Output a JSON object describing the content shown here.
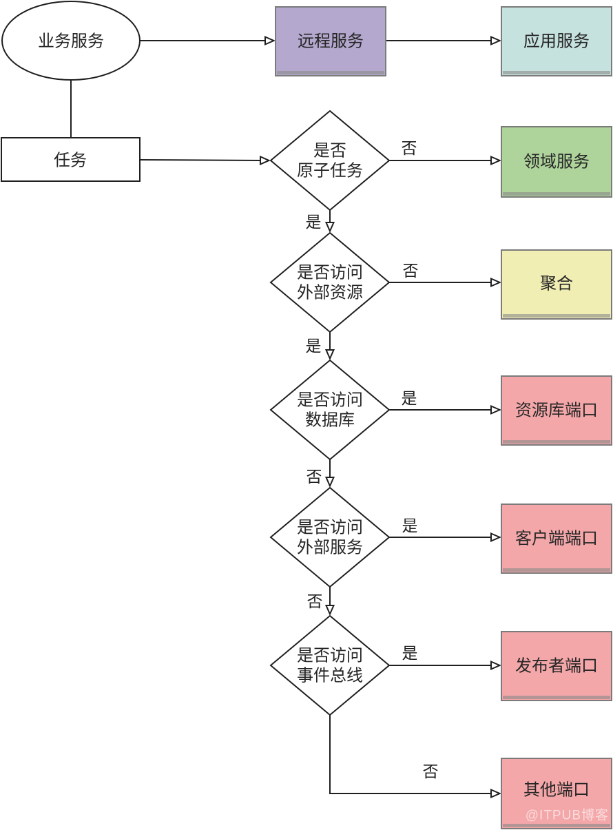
{
  "watermark": "@ITPUB博客",
  "colors": {
    "line": "#1f1f1f",
    "box_border": "#7b7b7b",
    "remote_service_fill": "#b4a8ce",
    "app_service_fill": "#c6e2df",
    "domain_service_fill": "#aed39b",
    "aggregate_fill": "#f1eeb4",
    "port_fill": "#f4a7a9"
  },
  "nodes": {
    "business_service": {
      "label": "业务服务"
    },
    "task": {
      "label": "任务"
    },
    "remote_service": {
      "label": "远程服务",
      "fill": "#b4a8ce"
    },
    "app_service": {
      "label": "应用服务",
      "fill": "#c6e2df"
    },
    "domain_service": {
      "label": "领域服务",
      "fill": "#aed39b"
    },
    "aggregate": {
      "label": "聚合",
      "fill": "#f1eeb4"
    },
    "repository_port": {
      "label": "资源库端口",
      "fill": "#f4a7a9"
    },
    "client_port": {
      "label": "客户端端口",
      "fill": "#f4a7a9"
    },
    "publisher_port": {
      "label": "发布者端口",
      "fill": "#f4a7a9"
    },
    "other_port": {
      "label": "其他端口",
      "fill": "#f4a7a9"
    },
    "decision_atomic": {
      "line1": "是否",
      "line2": "原子任务"
    },
    "decision_external_resource": {
      "line1": "是否访问",
      "line2": "外部资源"
    },
    "decision_database": {
      "line1": "是否访问",
      "line2": "数据库"
    },
    "decision_external_service": {
      "line1": "是否访问",
      "line2": "外部服务"
    },
    "decision_event_bus": {
      "line1": "是否访问",
      "line2": "事件总线"
    }
  },
  "edge_labels": {
    "atomic_no": "否",
    "atomic_yes": "是",
    "resource_no": "否",
    "resource_yes": "是",
    "database_yes": "是",
    "database_no": "否",
    "service_yes": "是",
    "service_no": "否",
    "eventbus_yes": "是",
    "eventbus_no": "否"
  }
}
